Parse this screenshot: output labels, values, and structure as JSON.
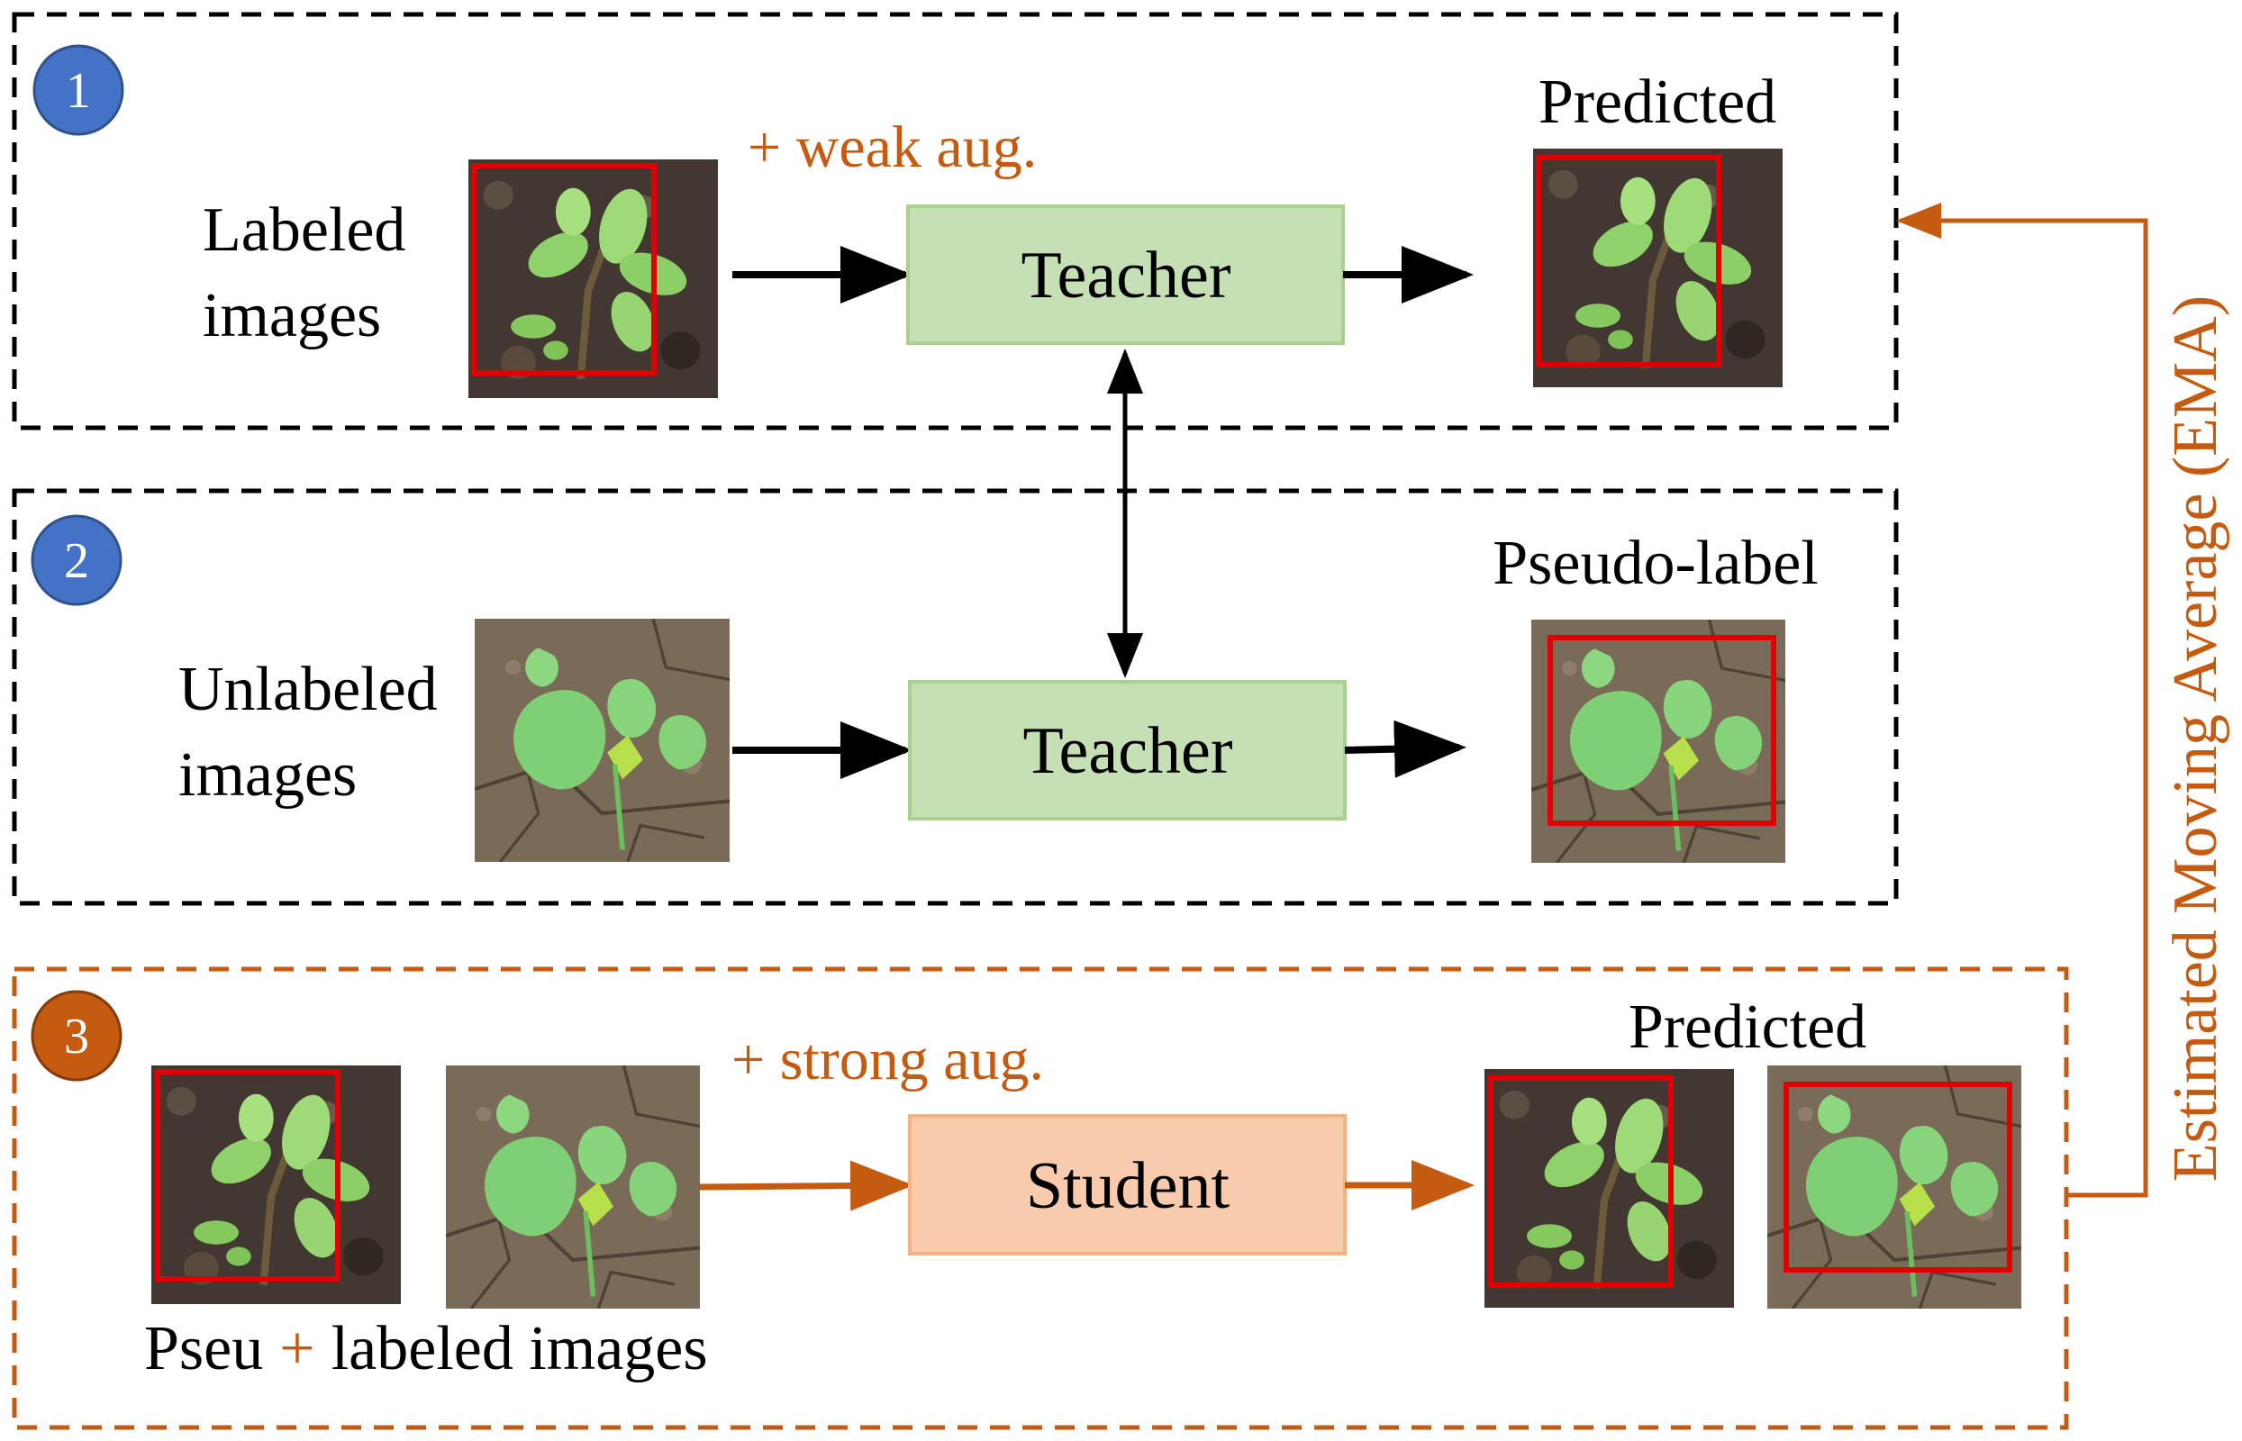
{
  "colors": {
    "orange": "#c55a11",
    "black": "#000000",
    "teacher_fill": "#c5e0b4",
    "teacher_stroke": "#a9d18e",
    "student_fill": "#f8cbad",
    "student_stroke": "#f4b183",
    "badge_blue": "#4472c4",
    "badge_orange": "#c55a11",
    "bbox_red": "#e00000"
  },
  "stage1": {
    "number": "1",
    "input_label_line1": "Labeled",
    "input_label_line2": "images",
    "aug_label": "+ weak aug.",
    "model_label": "Teacher",
    "output_label": "Predicted"
  },
  "stage2": {
    "number": "2",
    "input_label_line1": "Unlabeled",
    "input_label_line2": "images",
    "model_label": "Teacher",
    "output_label": "Pseudo-label"
  },
  "stage3": {
    "number": "3",
    "aug_label": "+ strong aug.",
    "model_label": "Student",
    "output_label": "Predicted",
    "input_label_part1": "Pseu",
    "input_label_plus": "+",
    "input_label_part2": "labeled images"
  },
  "ema_label": "Estimated Moving Average (EMA)"
}
